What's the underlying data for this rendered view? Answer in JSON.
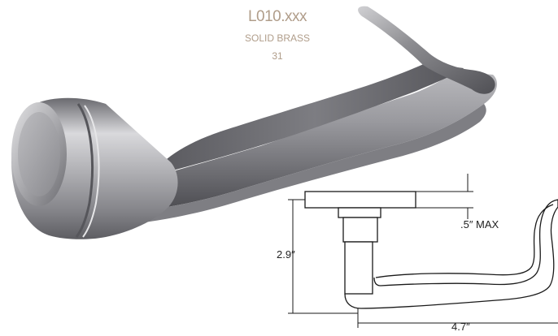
{
  "product": {
    "model": "L010.xxx",
    "material": "SOLID BRASS",
    "finish_code": "31"
  },
  "dimensions": {
    "rose_projection": ".5″ MAX",
    "height": "2.9″",
    "length": "4.7″"
  },
  "colors": {
    "label_text": "#b09d8a",
    "dimension_text": "#222222",
    "handle_finish": "#8e8e92"
  }
}
